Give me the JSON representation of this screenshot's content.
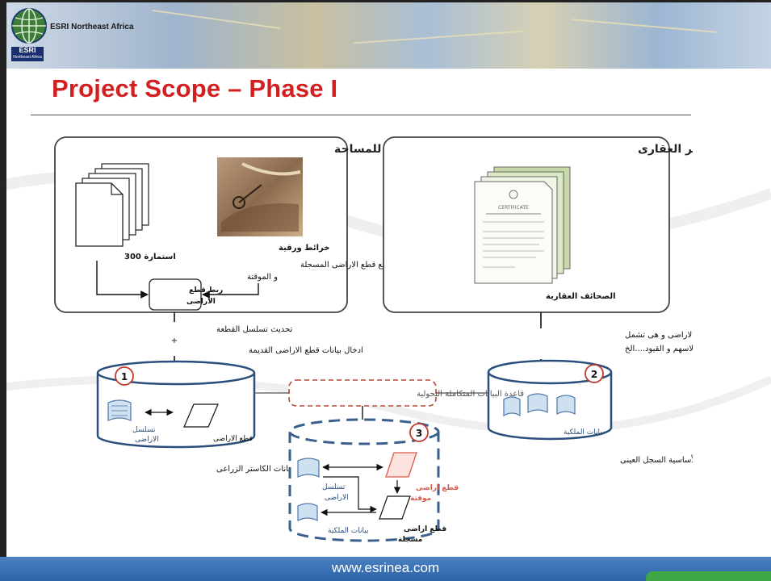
{
  "header": {
    "brand": "ESRI Northeast Africa",
    "logo_text": "ESRI",
    "logo_subtext": "Northeast Africa",
    "logo_icon": "globe-icon"
  },
  "slide_title": "Project Scope – Phase I",
  "diagram": {
    "left_box": {
      "title": "بيانات من الهيئة المصرية العامة للمساحة",
      "forms_label": "استمارة 300",
      "maps_label": "خرائط ورقية",
      "location_label_1": "موقع قطع الاراضى المسجلة",
      "location_label_2": "و الموقتة",
      "link_label_1": "ربط قطع",
      "link_label_2": "الاراضى"
    },
    "right_box": {
      "title": "بيانات من سجل عينى الشهر العقارى",
      "records_label": "الصحائف العقارية",
      "certificate_heading": "CERTIFICATE"
    },
    "left_flow": {
      "line_1": "تحديث تسلسل القطعة",
      "plus": "+",
      "line_2": "ادخال بيانات قطع الاراضى القديمة"
    },
    "right_flow": {
      "line_1": "بيانات قطع الاراضى و هى تشمل",
      "line_2": "الملكية و الاسهم و القيود....الخ"
    },
    "integration_label": "قاعدة البيانات المتكاملة التحولية",
    "db1": {
      "number": "1",
      "seq_label_1": "تسلسل",
      "seq_label_2": "الاراضى",
      "parcels_label": "قطع الاراضى",
      "caption": "قاعدة بيانات الكاستر الزراعى"
    },
    "db2": {
      "number": "2",
      "ownership_label": "بيانات الملكية",
      "caption": "قاعدة البيانات الأساسية السجل العينى"
    },
    "db3": {
      "number": "3",
      "seq_label_1": "تسلسل",
      "seq_label_2": "الاراضى",
      "temp_label_1": "قطع اراضى",
      "temp_label_2": "موقتة",
      "ownership_label": "بيانات الملكية",
      "reg_label_1": "قطع اراضى",
      "reg_label_2": "مسجلة"
    }
  },
  "footer": {
    "url": "www.esrinea.com"
  },
  "colors": {
    "title": "#d31f1f",
    "db_border": "#2b4f7c",
    "db3_border": "#3b5f8c",
    "badge_border": "#c0392b",
    "integration_border": "#b24a3a",
    "temp_parcel": "#d95a4a",
    "footer_bar": "#3a74b8",
    "footer_tab": "#3ea545"
  }
}
